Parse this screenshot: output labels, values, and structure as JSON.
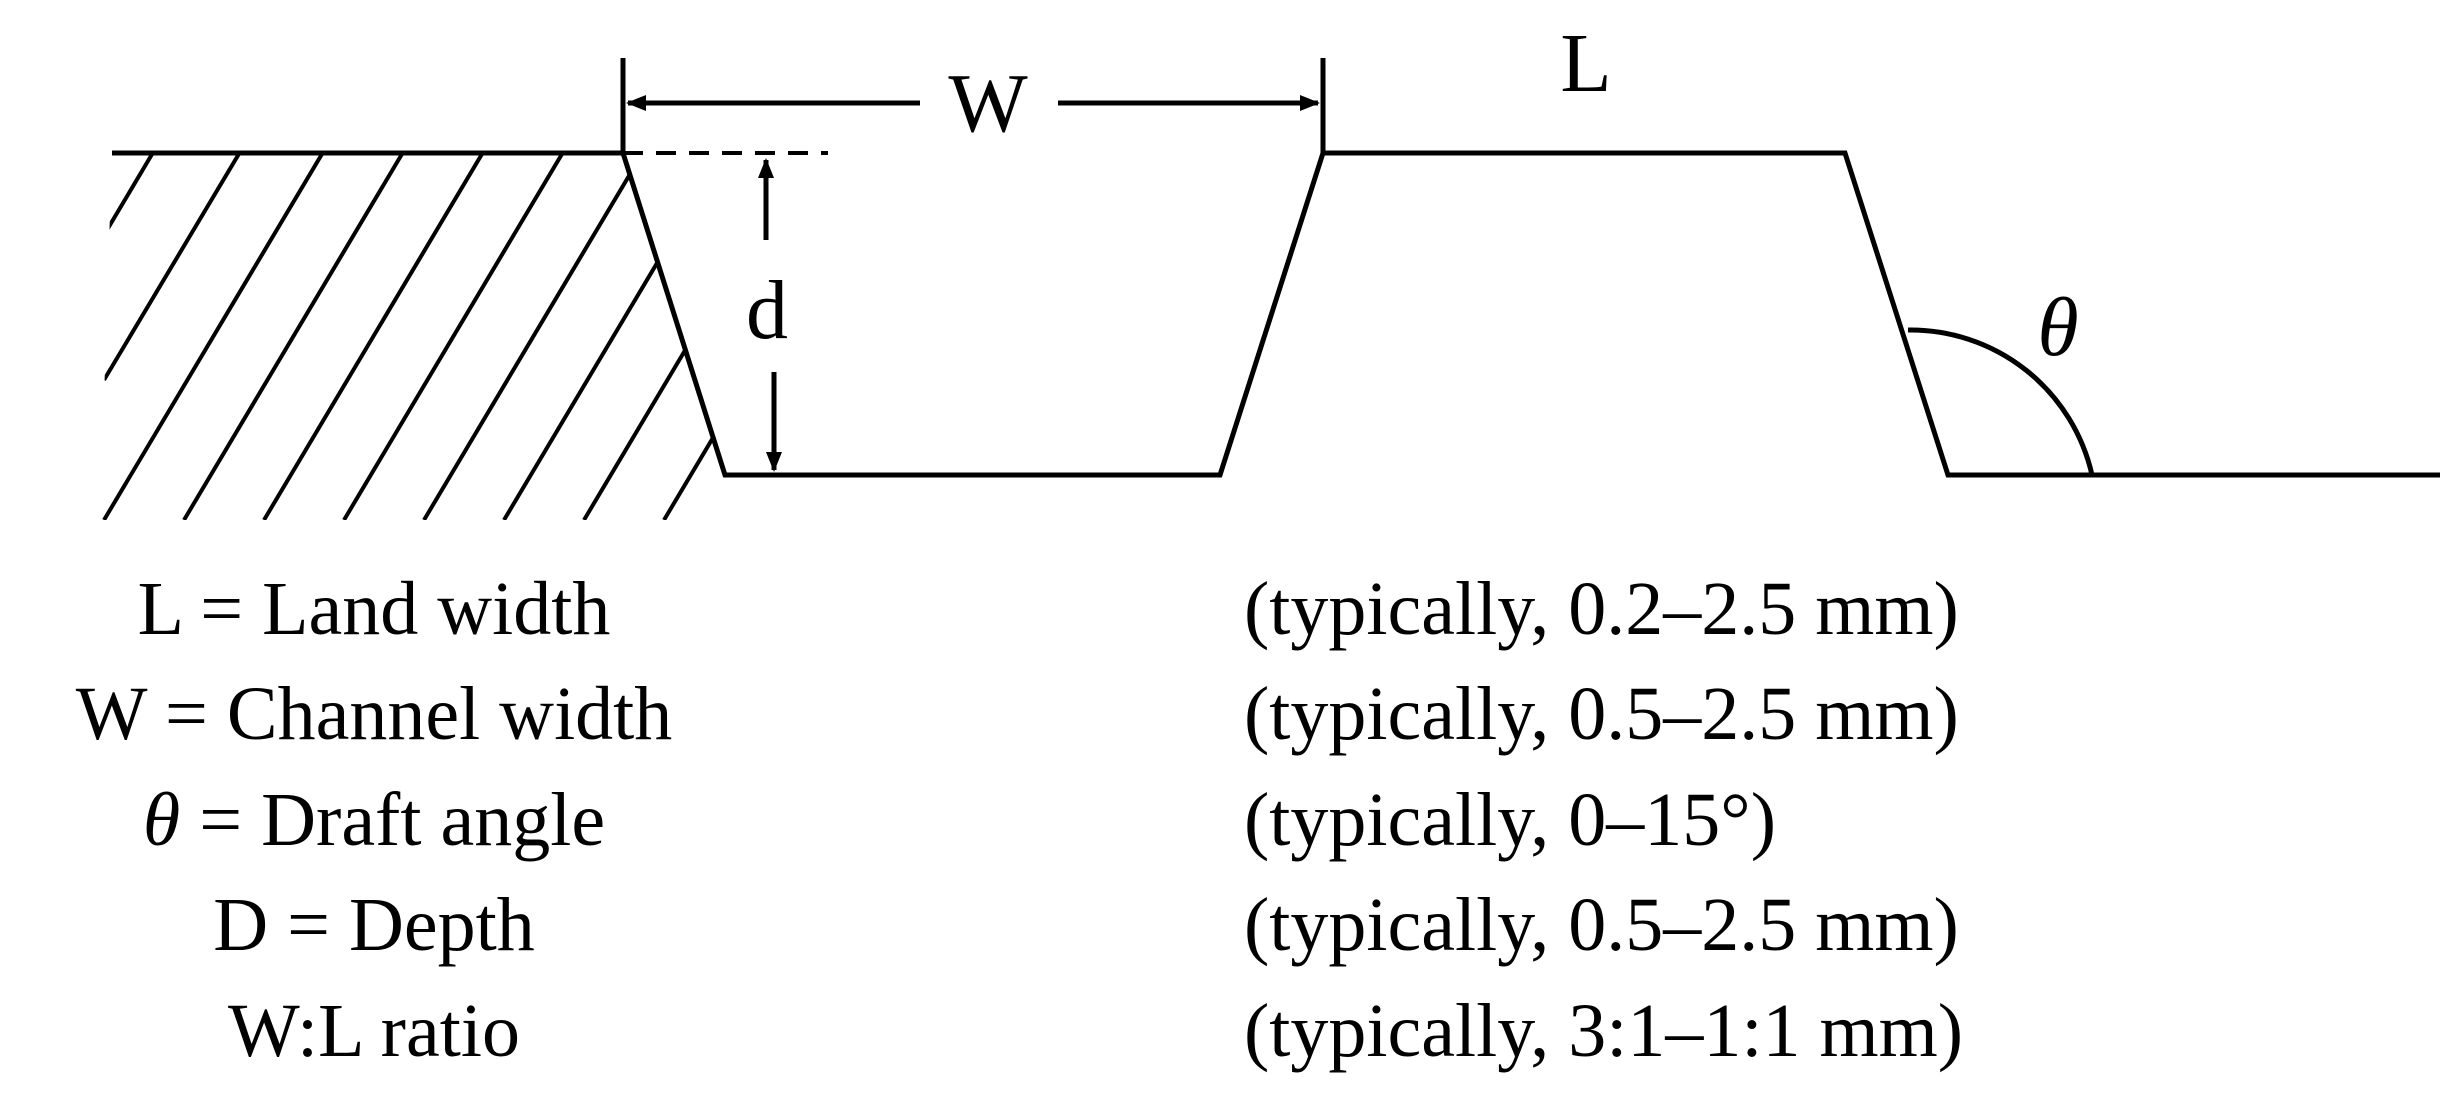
{
  "dimensions": {
    "w_label": "W",
    "l_label": "L",
    "d_label": "d",
    "theta_label": "θ"
  },
  "legend": {
    "rows": [
      {
        "symbol": "L",
        "text": " = Land width",
        "range": "(typically, 0.2–2.5 mm)"
      },
      {
        "symbol": "W",
        "text": " = Channel width",
        "range": "(typically, 0.5–2.5 mm)"
      },
      {
        "symbol": "θ",
        "text": " = Draft angle",
        "range": "(typically, 0–15°)"
      },
      {
        "symbol": "D",
        "text": " = Depth",
        "range": "(typically, 0.5–2.5 mm)"
      },
      {
        "symbol": "W",
        "text": ":L ratio",
        "range": "(typically, 3:1–1:1 mm)"
      }
    ]
  }
}
